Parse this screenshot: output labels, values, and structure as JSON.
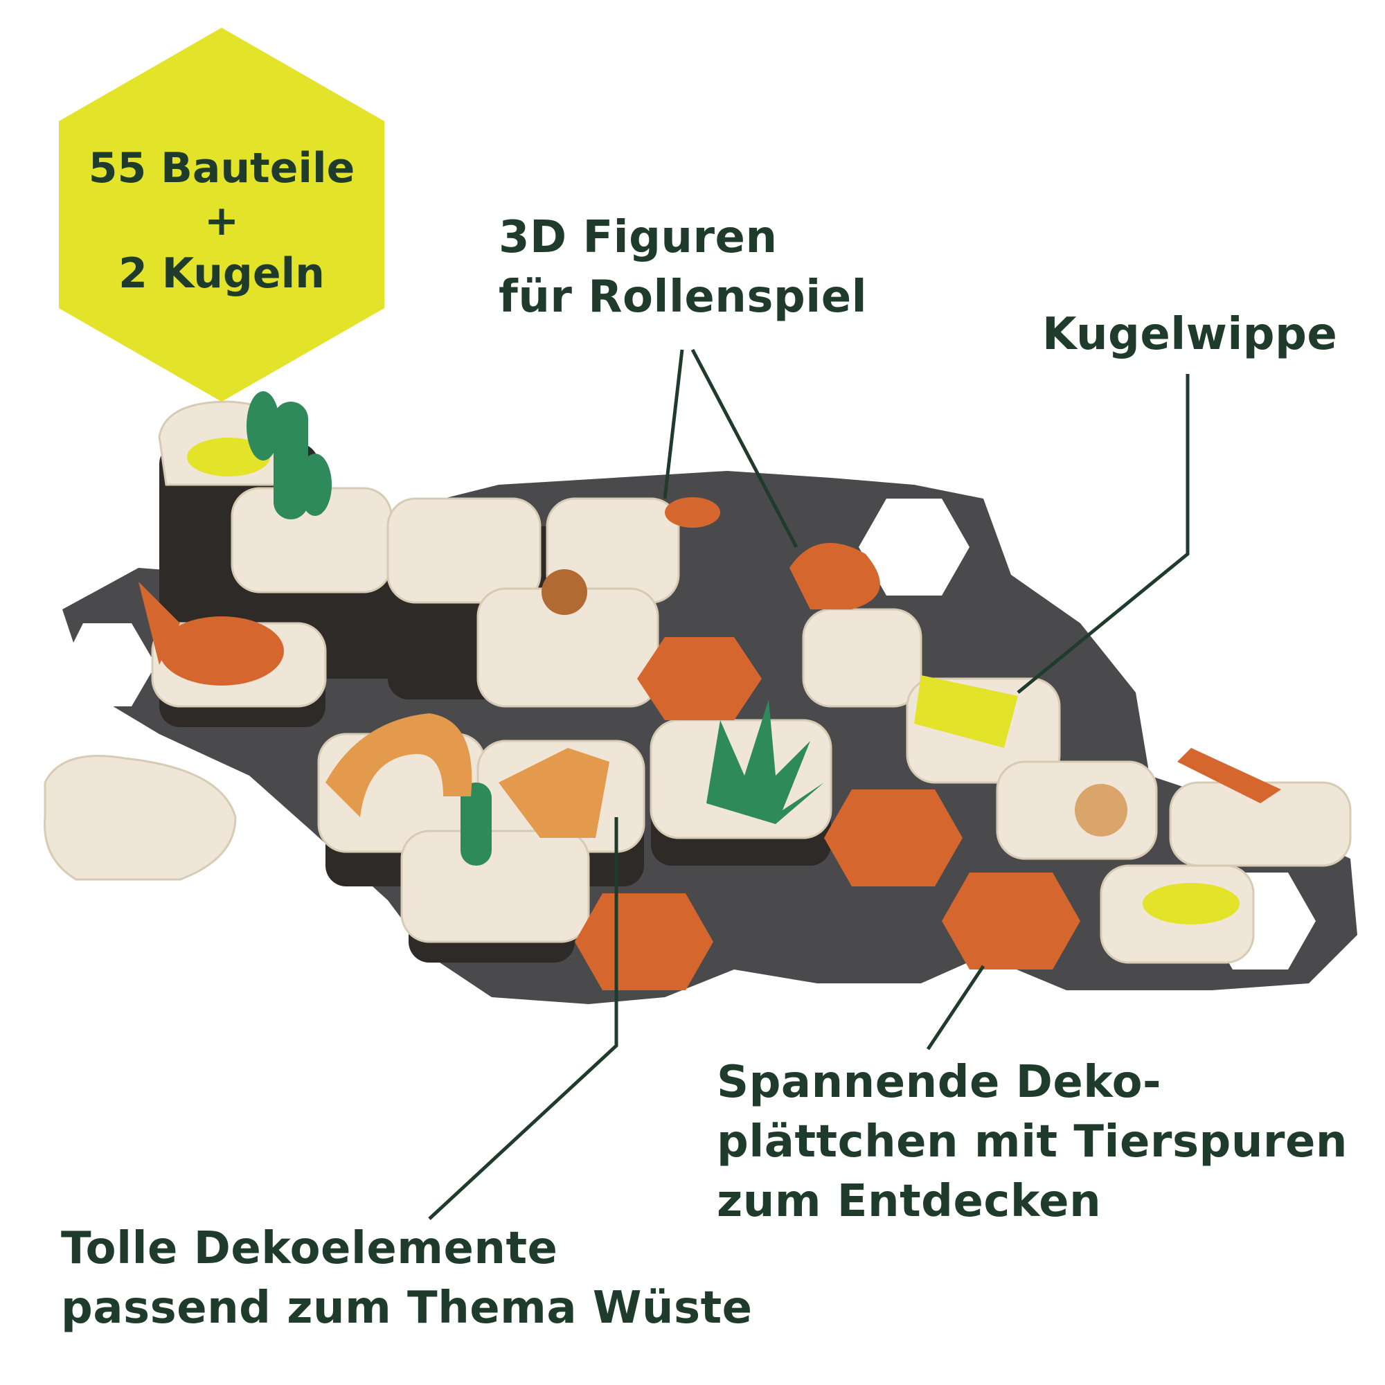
{
  "badge": {
    "lines": [
      "55 Bauteile",
      "+",
      "2 Kugeln"
    ],
    "color": "#e3e32a"
  },
  "callouts": {
    "figures": [
      "3D Figuren",
      "für Rollenspiel"
    ],
    "seesaw": [
      "Kugelwippe"
    ],
    "tiles": [
      "Spannende Deko-",
      "plättchen mit Tierspuren",
      "zum Entdecken"
    ],
    "decor": [
      "Tolle Dekoelemente",
      "passend zum Thema Wüste"
    ]
  },
  "colors": {
    "text": "#1f3b2c",
    "base_plate": "#4a4a4c",
    "block": "#efe6d8",
    "terracotta": "#d5672e",
    "sand_figure": "#e49a4c",
    "cactus": "#2e8a5a",
    "yellow": "#e3e32a"
  }
}
